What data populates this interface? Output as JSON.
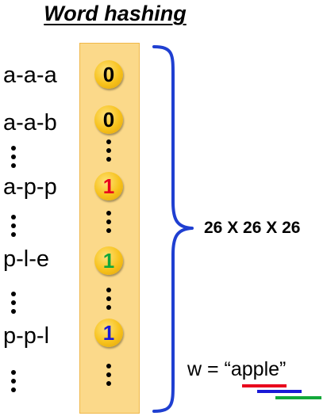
{
  "title": "Word hashing",
  "rows": [
    {
      "label": "a-a-a",
      "value": "0",
      "color": "#000000"
    },
    {
      "label": "a-a-b",
      "value": "0",
      "color": "#000000"
    },
    {
      "label": "a-p-p",
      "value": "1",
      "color": "#e8001c"
    },
    {
      "label": "p-l-e",
      "value": "1",
      "color": "#12a83a"
    },
    {
      "label": "p-p-l",
      "value": "1",
      "color": "#1a1ad6"
    }
  ],
  "dimension_label": "26 X 26 X 26",
  "word_example": "w = “apple”",
  "colors": {
    "brace": "#1f3fd1",
    "column_fill": "#fbd98a",
    "underline_red": "#e8001c",
    "underline_blue": "#1a1ad6",
    "underline_green": "#12a83a"
  }
}
